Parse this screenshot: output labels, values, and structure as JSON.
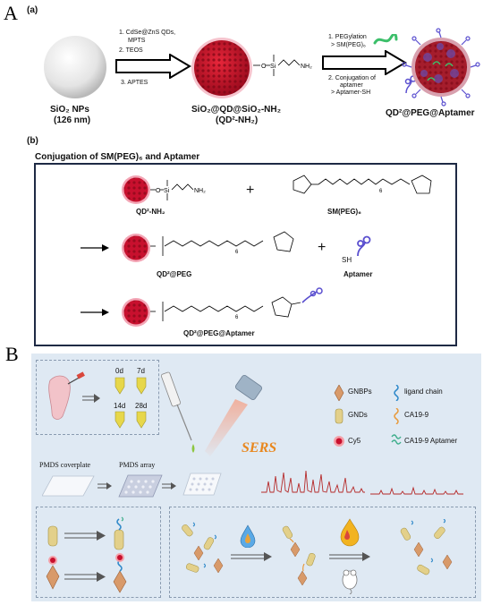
{
  "panelA": {
    "letter": "A",
    "sub_a": "(a)",
    "sub_b": "(b)",
    "np_label_1": "SiO₂ NPs",
    "np_label_2": "(126 nm)",
    "step1_1": "1. CdSe@ZnS QDs,",
    "step1_1b": "MPTS",
    "step1_2": "2. TEOS",
    "step1_3": "3. APTES",
    "qd_label_1": "SiO₂@QD@SiO₂-NH₂",
    "qd_label_2": "(QD²-NH₂)",
    "amine_group": "NH₂",
    "si_atom": "Si",
    "o_atom": "O",
    "step2_1": "1. PEGylation",
    "step2_1b": "> SM(PEG)₆",
    "step2_2": "2. Conjugation of",
    "step2_2b": "aptamer",
    "step2_2c": "> Aptamer-SH",
    "final_label": "QD²@PEG@Aptamer",
    "conj_title": "Conjugation of SM(PEG)₆ and Aptamer",
    "row1_left": "QD²-NH₂",
    "row1_right": "SM(PEG)₆",
    "row2_left": "QD²@PEG",
    "row2_right": "Aptamer",
    "row3_left": "QD²@PEG@Aptamer",
    "plus": "+",
    "sh": "SH",
    "peg_n": "6"
  },
  "panelB": {
    "letter": "B",
    "t0": "0d",
    "t7": "7d",
    "t14": "14d",
    "t28": "28d",
    "legend": {
      "gnbps": "GNBPs",
      "gnds": "GNDs",
      "cy5": "Cy5",
      "ligand": "ligand chain",
      "ca199": "CA19-9",
      "aptamer": "CA19-9 Aptamer"
    },
    "sers": "SERS",
    "coverplate": "PMDS coverplate",
    "array": "PMDS array"
  },
  "colors": {
    "qd_red": "#c8102e",
    "pink_shell": "#f3a5b5",
    "panelB_bg": "#dfe9f3",
    "spectrum_red": "#b52a2a",
    "sers_orange": "#e8871e",
    "aptamer_purple": "#5a4fcf",
    "peg_green": "#3cbf6a"
  }
}
